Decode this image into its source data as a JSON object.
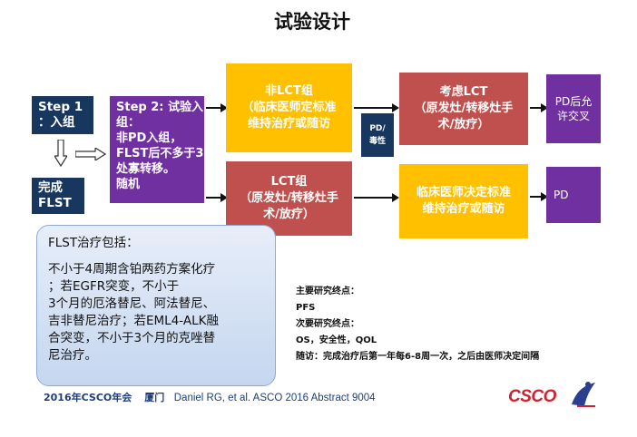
{
  "title": "试验设计",
  "step1": "Step 1\n：入组",
  "step2": "Step 2: 试验入组：\n非PD入组，\nFLST后不多于3处寡转移。\n随机",
  "done_flst": "完成\nFLST",
  "non_lct": "非LCT组\n（临床医师定标准\n维持治疗或随访",
  "lct": "LCT组\n（原发灶/转移灶手\n术/放疗）",
  "consider_lct": "考虑LCT\n（原发灶/转移灶手\n术/放疗）",
  "maint": "临床医师决定标准\n维持治疗或随访",
  "pd_tox": "PD/\n毒性",
  "pd_cross": "PD后允\n许交叉",
  "pd": "PD",
  "callout": {
    "head": "FLST治疗包括：",
    "body": "不小于4周期含铂两药方案化疗\n；若EGFR突变，不小于\n3个月的厄洛替尼、阿法替尼、\n吉非替尼治疗；若EML4-ALK融\n合突变，不小于3个月的克唑替\n尼治疗。"
  },
  "endpoints": {
    "primary_label": "主要研究终点：",
    "primary": "PFS",
    "secondary_label": "次要研究终点：",
    "secondary": "OS，安全性，QOL",
    "followup": "随访：完成治疗后第一年每6-8周一次，之后由医师决定间隔"
  },
  "footer": {
    "conf": "2016年CSCO年会",
    "city": "厦门",
    "cite": "Daniel RG, et al. ASCO 2016 Abstract 9004"
  },
  "logo": "CSCO",
  "colors": {
    "navy": "#17375e",
    "purple": "#7030a0",
    "gold": "#ffc000",
    "red": "#c0504d",
    "callout": "#c5d6ef"
  }
}
